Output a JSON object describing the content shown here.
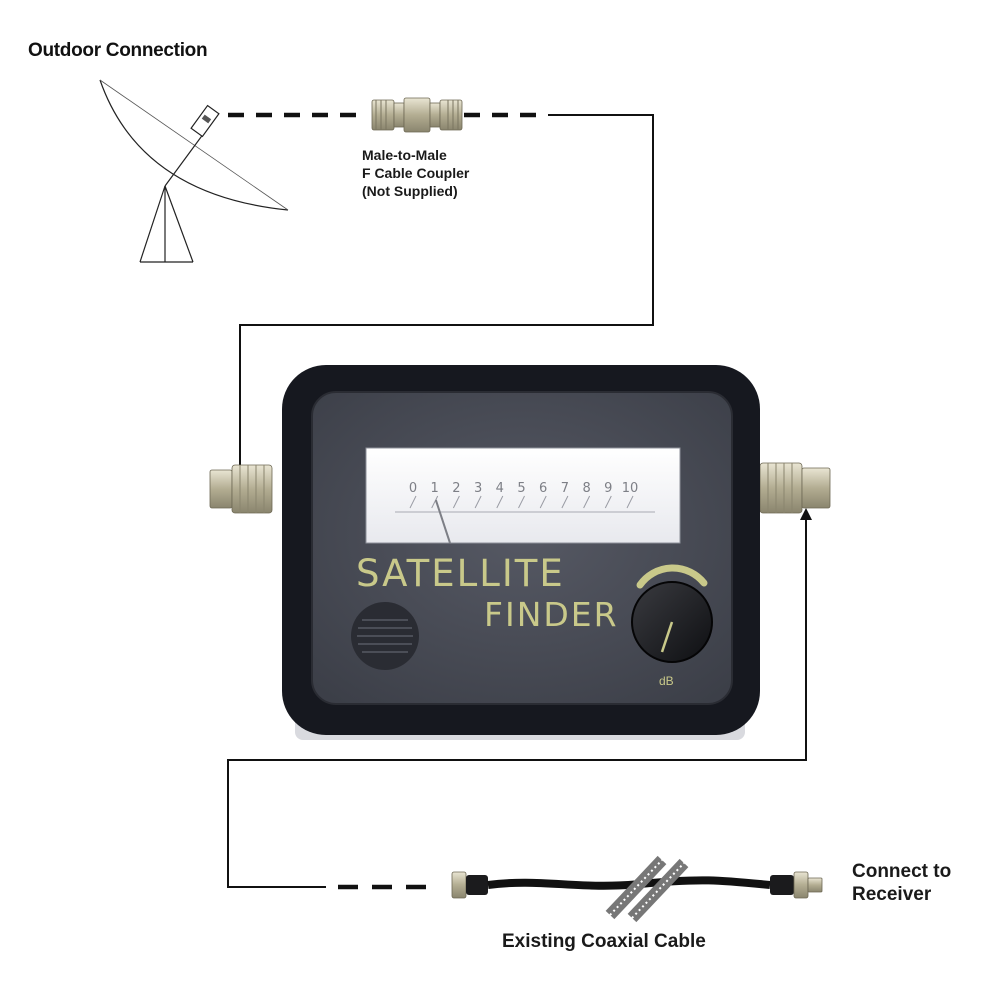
{
  "labels": {
    "outdoor": "Outdoor Connection",
    "coupler_line1": "Male-to-Male",
    "coupler_line2": "F Cable Coupler",
    "coupler_line3": "(Not Supplied)",
    "receiver_line1": "Connect to",
    "receiver_line2": "Receiver",
    "cable": "Existing Coaxial Cable"
  },
  "device": {
    "brand_line1": "SATELLITE",
    "brand_line2": "FINDER",
    "knob_label": "dB",
    "meter_scale": [
      "0",
      "1",
      "2",
      "3",
      "4",
      "5",
      "6",
      "7",
      "8",
      "9",
      "10"
    ],
    "meter_level": 0.5
  },
  "colors": {
    "device_body": "#16181f",
    "device_face": "#4a4d57",
    "brand_text": "#c9c98a",
    "connector": "#c8c2a8",
    "line": "#111111"
  },
  "icons": {
    "dish": "satellite-dish-icon",
    "coupler": "f-coupler-icon",
    "speaker": "speaker-grille-icon",
    "knob": "gain-knob-icon",
    "cable": "coaxial-cable-icon"
  }
}
